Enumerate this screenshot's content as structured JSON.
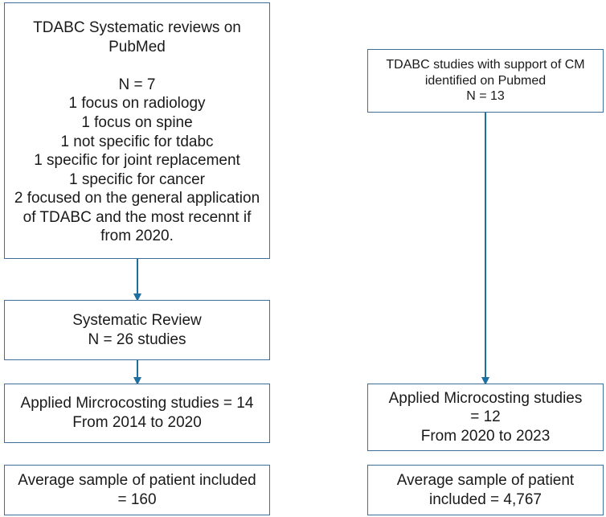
{
  "left": {
    "box1": {
      "title": [
        "TDABC Systematic reviews on",
        "PubMed"
      ],
      "lines": [
        "N = 7",
        "1 focus on radiology",
        "1 focus on spine",
        "1 not specific for tdabc",
        "1 specific for joint replacement",
        "1 specific for cancer",
        "2 focused on the general application",
        "of TDABC and the most recennt if",
        "from 2020."
      ]
    },
    "box2": {
      "lines": [
        "Systematic Review",
        "N = 26 studies"
      ]
    },
    "box3": {
      "lines": [
        "Applied Mircrocosting studies = 14",
        "From 2014 to 2020"
      ]
    },
    "box4": {
      "lines": [
        "Average sample of patient included",
        "= 160"
      ]
    }
  },
  "right": {
    "box1": {
      "lines": [
        "TDABC studies with support of CM",
        "identified on Pubmed",
        "N = 13"
      ]
    },
    "box2": {
      "lines": [
        "Applied Microcosting studies",
        "= 12",
        "From 2020 to 2023"
      ]
    },
    "box3": {
      "lines": [
        "Average sample of patient",
        "included = 4,767"
      ]
    }
  },
  "colors": {
    "border": "#3f6f98",
    "arrow": "#1f6f9e",
    "text": "#1a1a1a"
  }
}
